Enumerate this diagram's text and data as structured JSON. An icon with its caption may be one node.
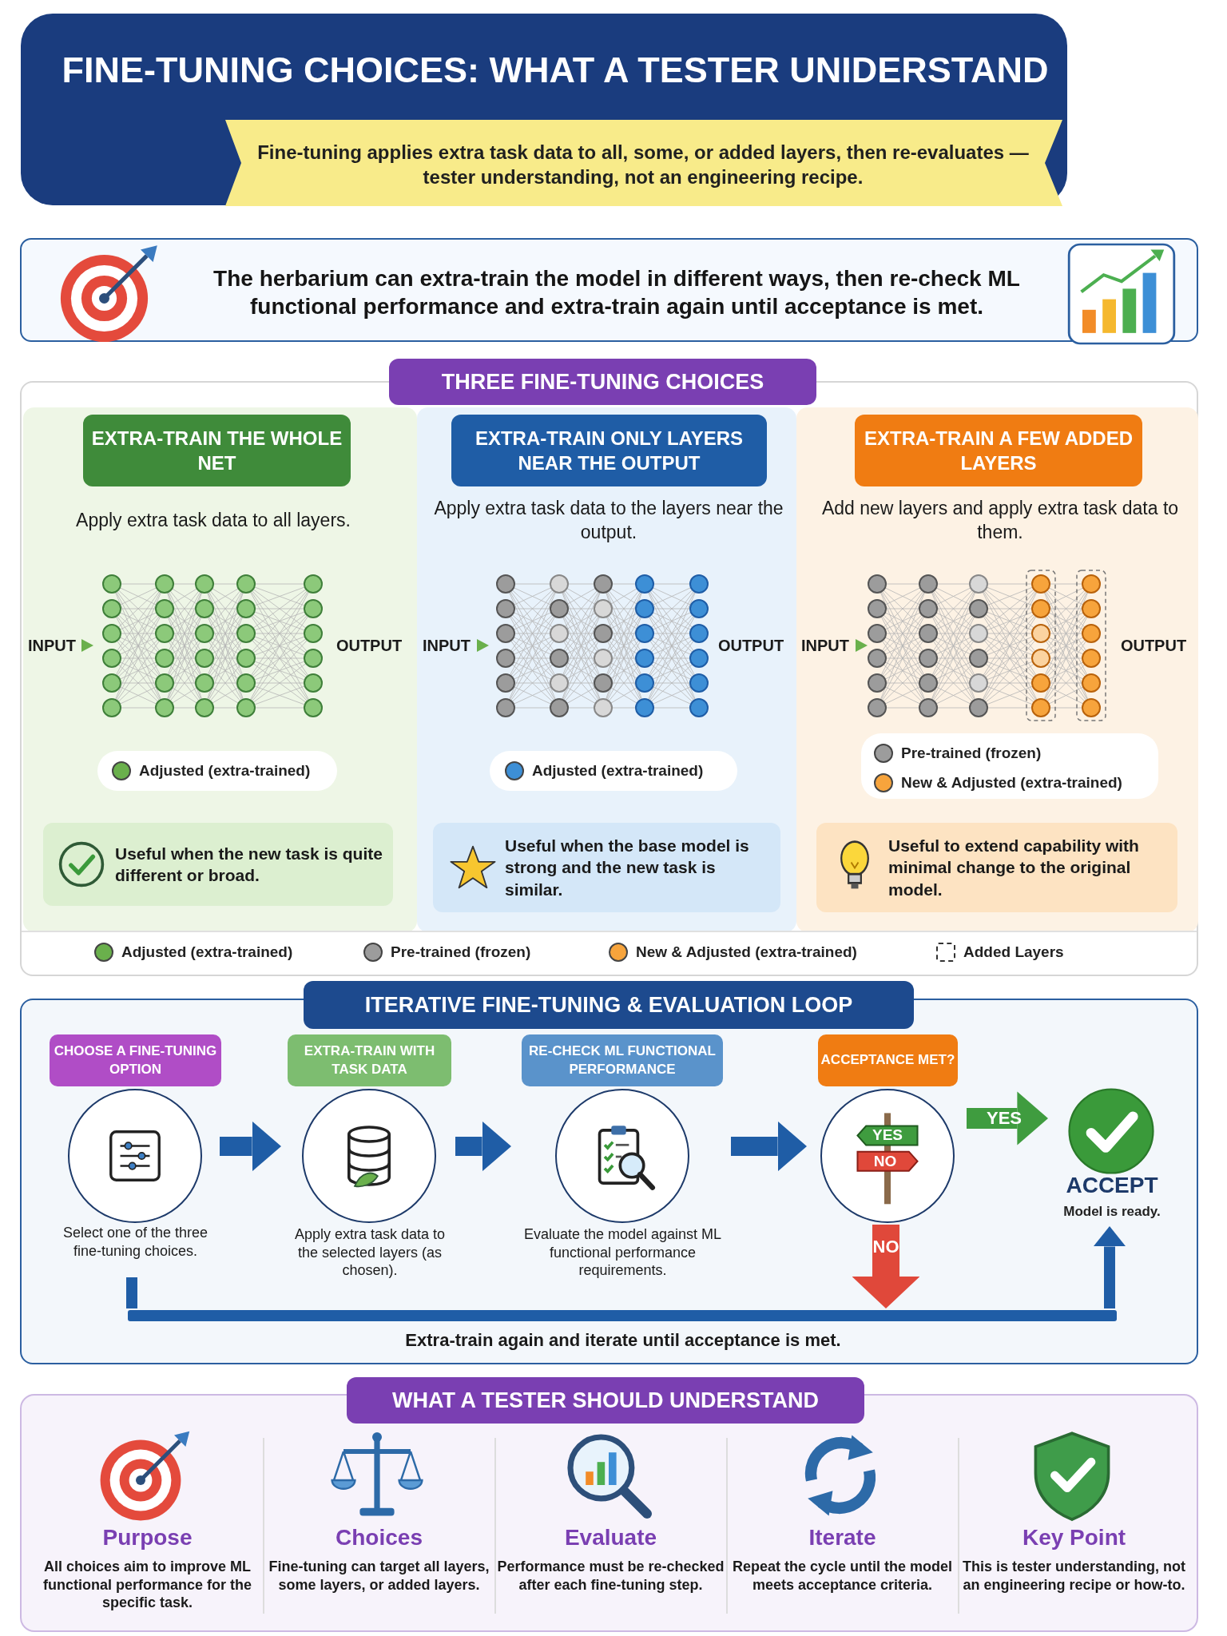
{
  "diagram": {
    "title": "FINE-TUNING CHOICES: WHAT A TESTER UNIDERSTAND",
    "nodes": [
      {
        "text": [
          "The herbarium can extra-train the model in different ways, then re-check ML functional performance and extra-train again until acceptance is met."
        ]
      },
      {
        "text": [
          "THREE FINE-TUNING CHOICES"
        ]
      },
      {
        "text": [
          "EXTRA-TRAIN THE WHOLE NET",
          "Apply extra task data to all layers."
        ],
        "in": 1
      },
      {
        "text": [
          "Useful when the new task is quite different or broad."
        ],
        "in": 2
      },
      {
        "text": [
          "EXTRA-TRAIN ONLY LAYERS NEAR THE OUTPUT",
          "Apply extra task data to the layers near the output."
        ],
        "in": 1
      },
      {
        "text": [
          "Useful when the base model is strong and the new task is similar."
        ],
        "in": 4
      },
      {
        "text": [
          "EXTRA-TRAIN A FEW ADDED LAYERS",
          "Add new layers and apply extra task data to them."
        ],
        "in": 1
      },
      {
        "text": [
          "Useful to extend capability with minimal change to the original model."
        ],
        "in": 6
      },
      {
        "text": [
          "ITERATIVE FINE-TUNING & EVALUATION LOOP"
        ]
      },
      {
        "text": [
          "CHOOSE A FINE-TUNING OPTION",
          "Select one of the three fine-tuning choices."
        ],
        "in": 8
      },
      {
        "text": [
          "EXTRA-TRAIN WITH TASK DATA",
          "Apply extra task data to the selected layers (as chosen)."
        ],
        "in": 8
      },
      {
        "text": [
          "RE-CHECK ML FUNCTIONAL PERFORMANCE",
          "Evaluate the model against ML functional performance requirements."
        ],
        "in": 8
      },
      {
        "text": [
          "ACCEPTANCE MET?",
          "YES",
          "NO"
        ],
        "in": 8
      },
      {
        "text": [
          "ACCEPT",
          "Model is ready."
        ],
        "in": 8
      },
      {
        "text": [
          "WHAT A TESTER SHOULD UNDERSTAND"
        ]
      },
      {
        "text": [
          "Purpose",
          "All choices aim to improve ML functional performance for the specific task."
        ],
        "in": 14
      },
      {
        "text": [
          "Choices",
          "Fine-tuning can target all layers, some layers, or added layers."
        ],
        "in": 14
      },
      {
        "text": [
          "Evaluate",
          "Performance must be re-checked after each fine-tuning step."
        ],
        "in": 14
      },
      {
        "text": [
          "Iterate",
          "Repeat the cycle until the model meets acceptance criteria."
        ],
        "in": 14
      },
      {
        "text": [
          "Key Point",
          "This is tester understanding, not an engineering recipe or how-to."
        ],
        "in": 14
      },
      {
        "text": [],
        "shape": "bar",
        "in": 8,
        "beside": [
          "Extra-train again and iterate until acceptance is met."
        ]
      }
    ],
    "edges": [
      {
        "from": 9,
        "to": 10,
        "arrow": "to"
      },
      {
        "from": 10,
        "to": 11,
        "arrow": "to"
      },
      {
        "from": 11,
        "to": 12,
        "arrow": "to"
      },
      {
        "from": 12,
        "to": 13,
        "arrow": "to",
        "label": "YES",
        "color": "#3f9c3f"
      },
      {
        "from": 12,
        "to": 20,
        "arrow": "to",
        "label": "NO",
        "color": "#e0483a"
      },
      {
        "from": 9,
        "to": 20,
        "arrow": "none"
      },
      {
        "from": 20,
        "to": 13,
        "arrow": "to"
      }
    ],
    "labels": [
      "Fine-tuning applies extra task data to all, some, or added layers, then re-evaluates — tester understanding, not an engineering recipe.",
      "INPUT",
      "OUTPUT",
      "INPUT",
      "OUTPUT",
      "INPUT",
      "OUTPUT"
    ],
    "legend": [
      {
        "text": "Adjusted (extra-trained)",
        "color": "#6ab04c"
      },
      {
        "text": "Adjusted (extra-trained)",
        "color": "#3d8fd6"
      },
      {
        "text": "Pre-trained (frozen)",
        "color": "#9c9c9c"
      },
      {
        "text": "New & Adjusted (extra-trained)",
        "color": "#f7a43c"
      },
      {
        "text": "Adjusted (extra-trained)",
        "color": "#6ab04c"
      },
      {
        "text": "Pre-trained (frozen)",
        "color": "#9c9c9c"
      },
      {
        "text": "New & Adjusted (extra-trained)",
        "color": "#f7a43c"
      },
      {
        "text": "Added Layers"
      }
    ]
  }
}
